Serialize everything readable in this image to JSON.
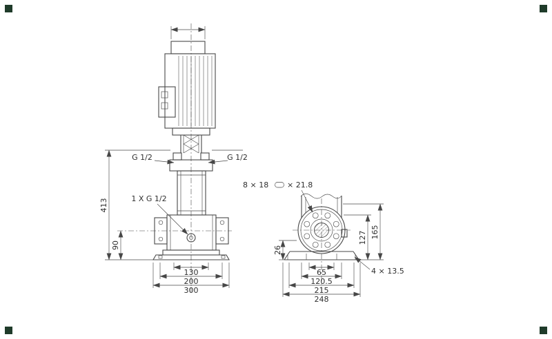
{
  "colors": {
    "background": "#ffffff",
    "ink": "#474747",
    "text": "#2e2e2e",
    "corner_mark": "#1f3b2a"
  },
  "front_view": {
    "dim_total": "413",
    "dim_base_height": "90",
    "dim_bolt_span": "130",
    "dim_flange_span": "200",
    "dim_base_width": "300",
    "port_left": "G 1/2",
    "port_right": "G 1/2",
    "drain": "1 X G 1/2"
  },
  "side_view": {
    "slots_a": "8 × 18",
    "slots_b": "× 21.8",
    "dim_offset": "26",
    "dim_mid_height": "127",
    "dim_top_height": "165",
    "dim_w1": "65",
    "dim_w2": "120.5",
    "dim_w3": "215",
    "dim_w4": "248",
    "base_holes": "4 × 13.5"
  }
}
